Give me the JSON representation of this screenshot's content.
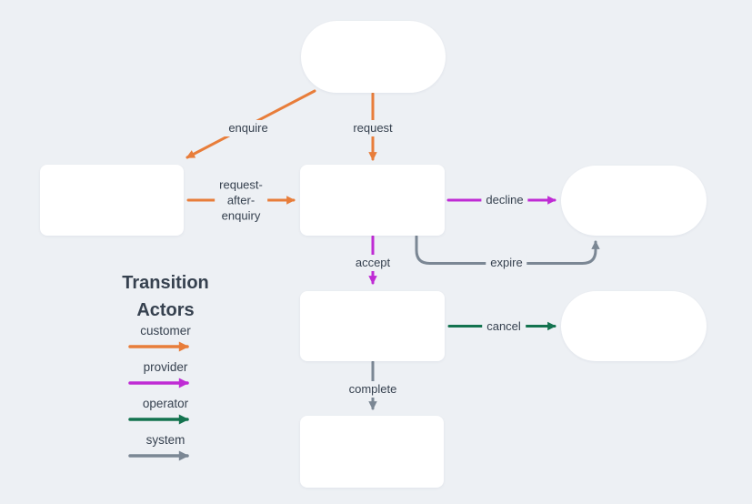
{
  "canvas": {
    "background": "#edf0f4"
  },
  "colors": {
    "customer": "#e87d3a",
    "provider": "#bf2bd4",
    "operator": "#13734f",
    "system": "#7b8794",
    "text": "#36414f"
  },
  "legend": {
    "title_line1": "Transition",
    "title_line2": "Actors",
    "items": [
      {
        "label": "customer",
        "actor": "customer"
      },
      {
        "label": "provider",
        "actor": "provider"
      },
      {
        "label": "operator",
        "actor": "operator"
      },
      {
        "label": "system",
        "actor": "system"
      }
    ]
  },
  "edges": {
    "enquire": {
      "label": "enquire",
      "actor": "customer"
    },
    "request": {
      "label": "request",
      "actor": "customer"
    },
    "request_after_enquiry": {
      "lines": [
        "request-",
        "after-",
        "enquiry"
      ],
      "actor": "customer"
    },
    "decline": {
      "label": "decline",
      "actor": "provider"
    },
    "accept": {
      "label": "accept",
      "actor": "provider"
    },
    "expire": {
      "label": "expire",
      "actor": "system"
    },
    "cancel": {
      "label": "cancel",
      "actor": "operator"
    },
    "complete": {
      "label": "complete",
      "actor": "system"
    }
  }
}
